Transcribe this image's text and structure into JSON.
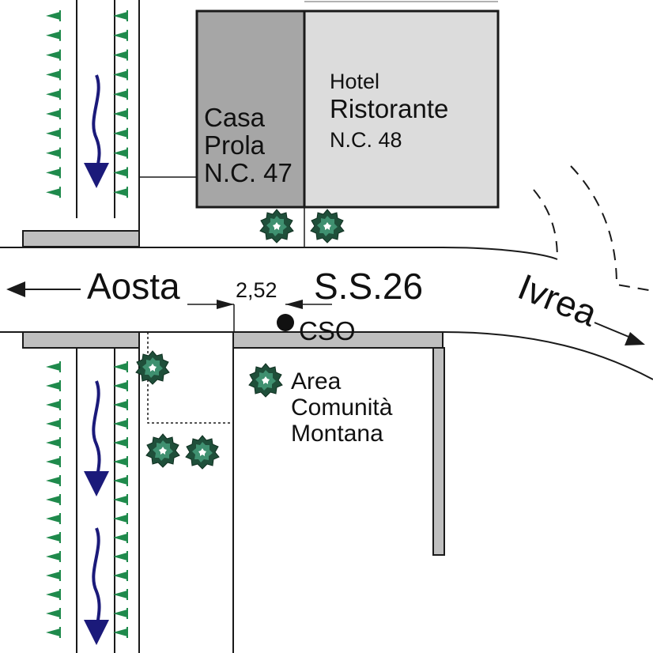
{
  "buildings": {
    "casa": {
      "line1": "Casa",
      "line2": "Prola",
      "line3": "N.C. 47"
    },
    "hotel": {
      "line1": "Hotel",
      "line2": "Ristorante",
      "line3": "N.C. 48"
    }
  },
  "road": {
    "left_direction": "Aosta",
    "right_direction": "Ivrea",
    "road_name": "S.S.26"
  },
  "measurement": {
    "distance": "2,52"
  },
  "station": {
    "label": "CSO"
  },
  "area": {
    "line1": "Area",
    "line2": "Comunità",
    "line3": "Montana"
  },
  "colors": {
    "casa_fill": "#a6a6a6",
    "hotel_fill": "#dcdcdc",
    "sidewalk_fill": "#bfbfbf",
    "grass": "#1f8a4c",
    "flow_arrow": "#1b1a7a",
    "tree_dark": "#1f4f3a",
    "tree_light": "#3f9070"
  },
  "icons": {
    "tree": "tree-icon",
    "grass": "grass-tuft-icon",
    "flow": "water-flow-arrow-icon",
    "direction": "direction-arrow-icon",
    "station": "station-point-icon"
  }
}
